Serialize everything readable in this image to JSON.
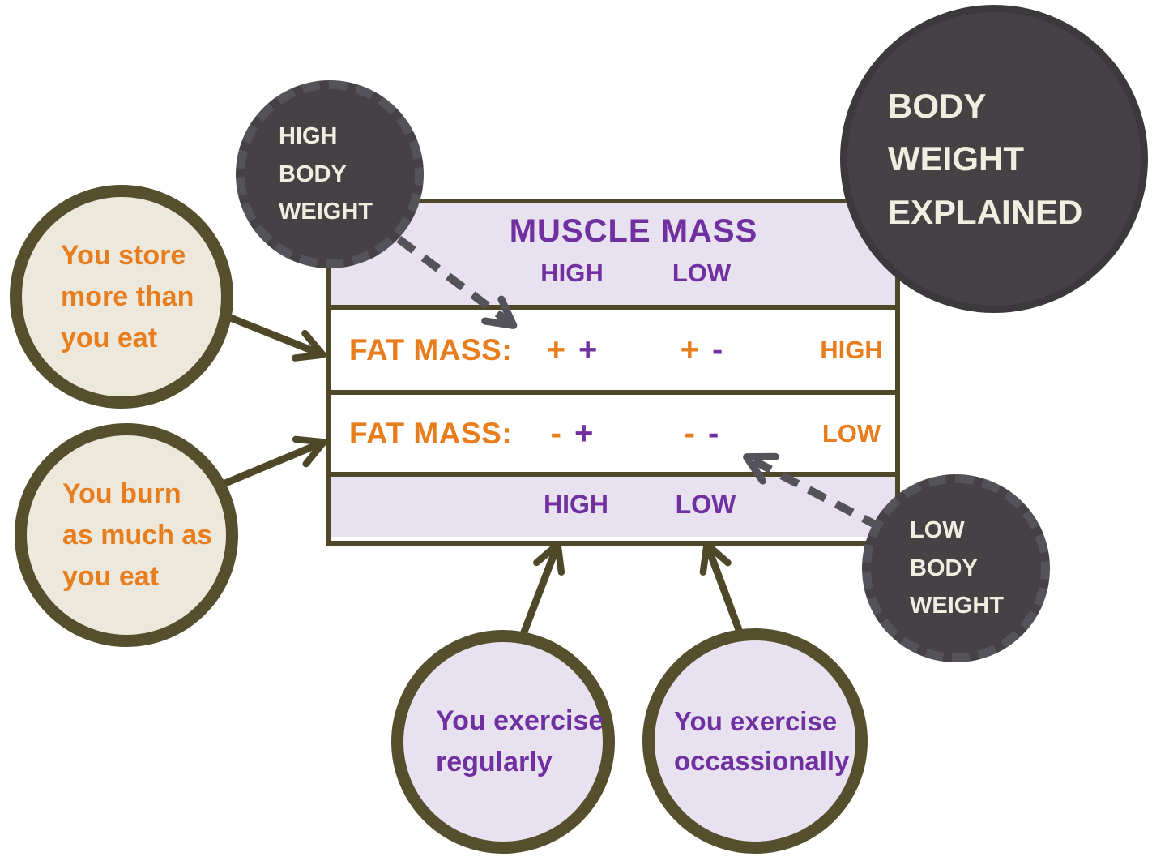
{
  "diagram_title": "BODY WEIGHT EXPLAINED",
  "circles": {
    "body_weight_explained": {
      "line1": "BODY",
      "line2": "WEIGHT",
      "line3": "EXPLAINED"
    },
    "high_body_weight": {
      "line1": "HIGH",
      "line2": "BODY",
      "line3": "WEIGHT"
    },
    "low_body_weight": {
      "line1": "LOW",
      "line2": "BODY",
      "line3": "WEIGHT"
    },
    "store_more": {
      "line1": "You store",
      "line2": "more than",
      "line3": "you eat"
    },
    "burn_equal": {
      "line1": "You burn",
      "line2": "as much as",
      "line3": "you eat"
    },
    "exercise_regularly": {
      "line1": "You exercise",
      "line2": "regularly"
    },
    "exercise_occasionally": {
      "line1": "You exercise",
      "line2": "occassionally"
    }
  },
  "matrix": {
    "column_title": "MUSCLE MASS",
    "col_high": "HIGH",
    "col_low": "LOW",
    "rows": [
      {
        "label": "FAT MASS:",
        "high_fat": "+",
        "high_muscle": "+",
        "low_fat": "+",
        "low_muscle": "-",
        "level": "HIGH"
      },
      {
        "label": "FAT MASS:",
        "high_fat": "-",
        "high_muscle": "+",
        "low_fat": "-",
        "low_muscle": "-",
        "level": "LOW"
      }
    ],
    "footer_high": "HIGH",
    "footer_low": "LOW"
  },
  "colors": {
    "orange": "#E87D1E",
    "purple": "#7030A0",
    "olive_border": "#4E4829",
    "dark_circle": "#454144",
    "cream_text": "#F1EEE1",
    "cream_fill": "#ECE9DC",
    "lavender_fill": "#E7E1F0",
    "dash_gray": "#55535A",
    "background": "#FFFFFF"
  }
}
